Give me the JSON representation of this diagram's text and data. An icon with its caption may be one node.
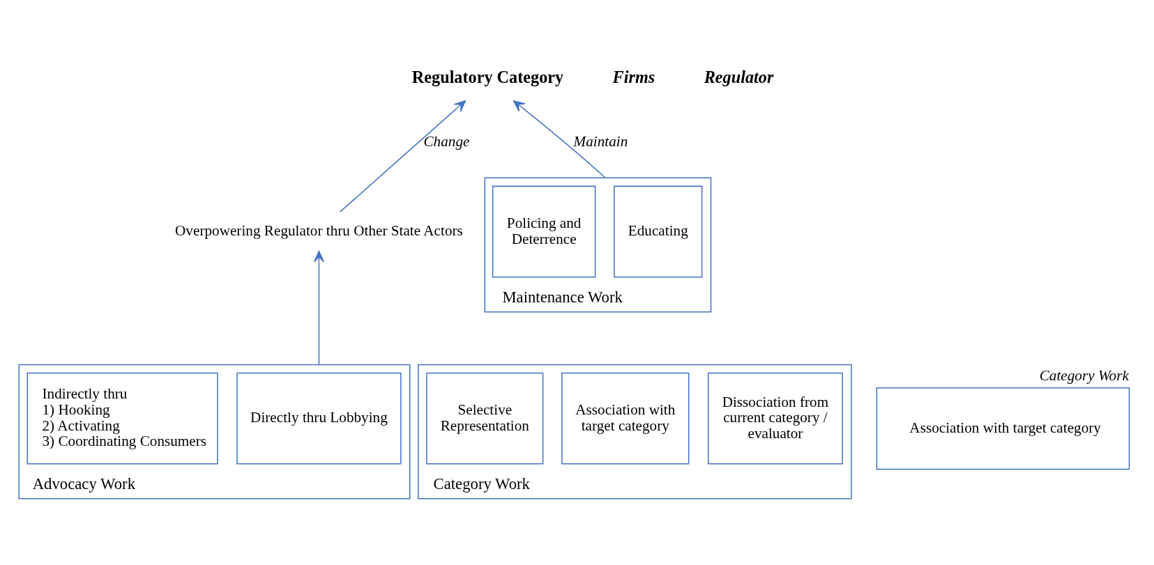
{
  "diagram": {
    "nodes": [
      {
        "text": [
          "Regulatory Category"
        ]
      },
      {
        "text": [
          "Overpowering Regulator thru Other State Actors"
        ]
      },
      {
        "text": [
          "Advocacy Work"
        ]
      },
      {
        "text": [
          "Directly thru Lobbying"
        ],
        "in": 2
      },
      {
        "text": [
          "Indirectly thru",
          "1) Hooking",
          "2) Activating",
          "3) Coordinating Consumers"
        ],
        "in": 2
      },
      {
        "text": [
          "Category Work"
        ]
      },
      {
        "text": [
          "Dissociation from current category / evaluator"
        ],
        "in": 5
      },
      {
        "text": [
          "Association with target category"
        ],
        "in": 5
      },
      {
        "text": [
          "Selective Representation"
        ],
        "in": 5
      },
      {
        "text": [
          "Maintenance Work"
        ]
      },
      {
        "text": [
          "Educating"
        ],
        "in": 9
      },
      {
        "text": [
          "Policing and Deterrence"
        ],
        "in": 9
      },
      {
        "text": [
          "Category Work",
          "Association with target category"
        ]
      }
    ],
    "edges": [
      {
        "from": 2,
        "to": 1,
        "arrow": "to"
      },
      {
        "from": 1,
        "to": 0,
        "arrow": "to",
        "label": "Change"
      },
      {
        "from": 9,
        "to": 0,
        "arrow": "to",
        "label": "Maintain"
      }
    ],
    "labels": [
      "Firms",
      "Regulator"
    ]
  }
}
